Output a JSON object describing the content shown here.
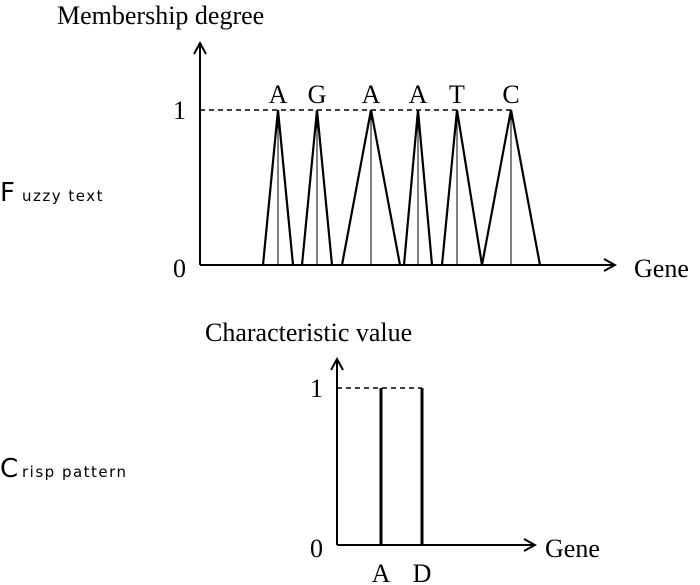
{
  "fuzzy": {
    "side_label_initial": "F",
    "side_label_rest": "uzzy text",
    "y_axis_title": "Membership degree",
    "x_axis_title": "Gene",
    "tick_one": "1",
    "tick_zero": "0",
    "peaks": [
      {
        "label": "A"
      },
      {
        "label": "G"
      },
      {
        "label": "A"
      },
      {
        "label": "A"
      },
      {
        "label": "T"
      },
      {
        "label": "C"
      }
    ]
  },
  "crisp": {
    "side_label_initial": "C",
    "side_label_rest": "risp pattern",
    "y_axis_title": "Characteristic value",
    "x_axis_title": "Gene",
    "tick_one": "1",
    "tick_zero": "0",
    "spikes": [
      {
        "label": "A"
      },
      {
        "label": "D"
      }
    ]
  }
}
